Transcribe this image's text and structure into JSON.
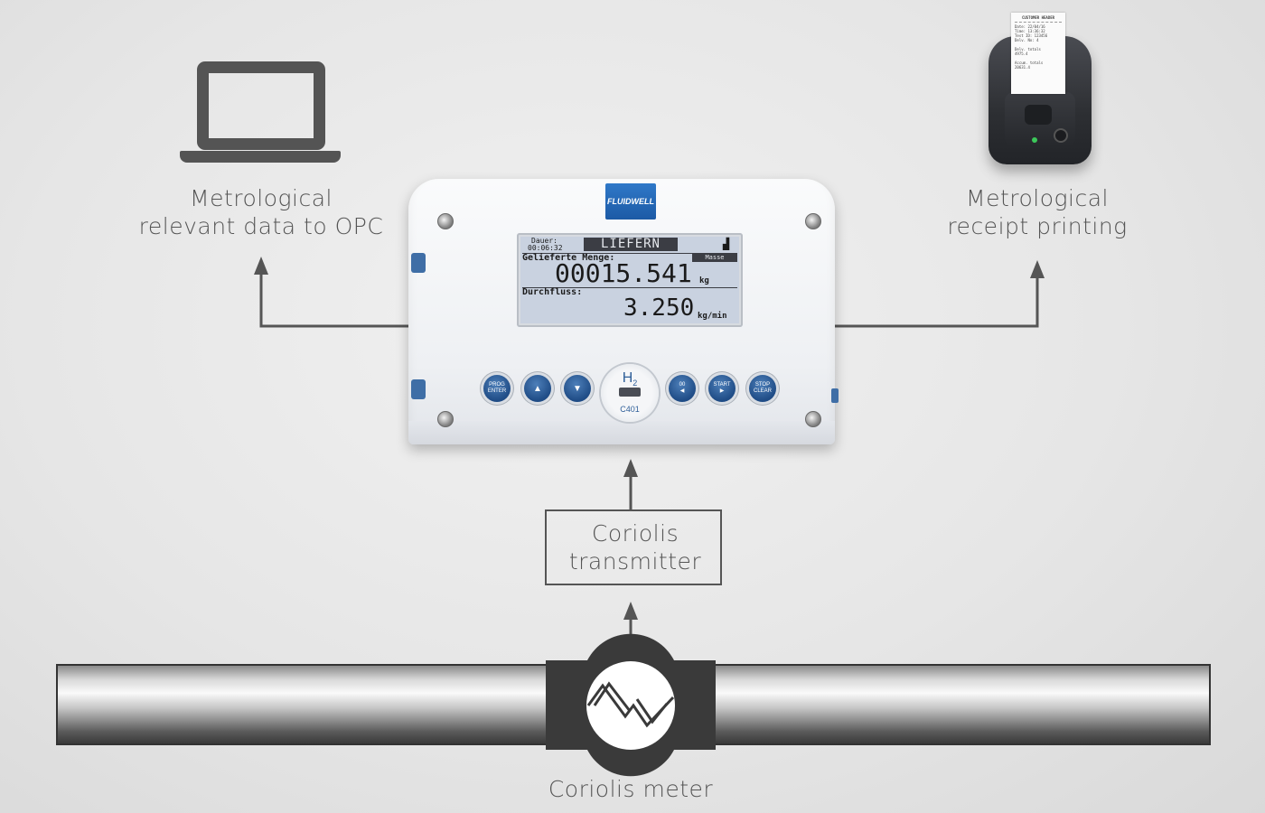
{
  "labels": {
    "opc": [
      "Metrological",
      "relevant data to OPC"
    ],
    "printing": [
      "Metrological",
      "receipt printing"
    ],
    "transmitter": [
      "Coriolis",
      "transmitter"
    ],
    "meter": "Coriolis meter"
  },
  "device": {
    "logo": "FLUIDWELL",
    "lcd": {
      "duration_label": "Dauer:",
      "duration_value": "00:06:32",
      "mode": "LIEFERN",
      "delivered_label": "Gelieferte Menge:",
      "delivered_tag": "Masse",
      "delivered_value": "00015.541",
      "delivered_unit": "kg",
      "flow_label": "Durchfluss:",
      "flow_value": "3.250",
      "flow_unit": "kg/min"
    },
    "keys": [
      [
        "PROG",
        "ENTER"
      ],
      [
        "▲"
      ],
      [
        "▼"
      ],
      [
        "00",
        "◀"
      ],
      [
        "START",
        "▶"
      ],
      [
        "STOP",
        "CLEAR"
      ]
    ],
    "badge": {
      "symbol": "H",
      "subscript": "2",
      "model": "C401"
    }
  },
  "receipt": {
    "header": "CUSTOMER HEADER",
    "lines": [
      "Date:    22/04/16",
      "Time:    13:36:32",
      "Test ID: 123456",
      "Delv. No:     4",
      "",
      "Delv. totals",
      "         4975.4",
      "",
      "Accum. totals",
      "         20631.4"
    ]
  },
  "colors": {
    "text": "#555555",
    "lines": "#555555",
    "key_blue": "#1f4c86"
  }
}
